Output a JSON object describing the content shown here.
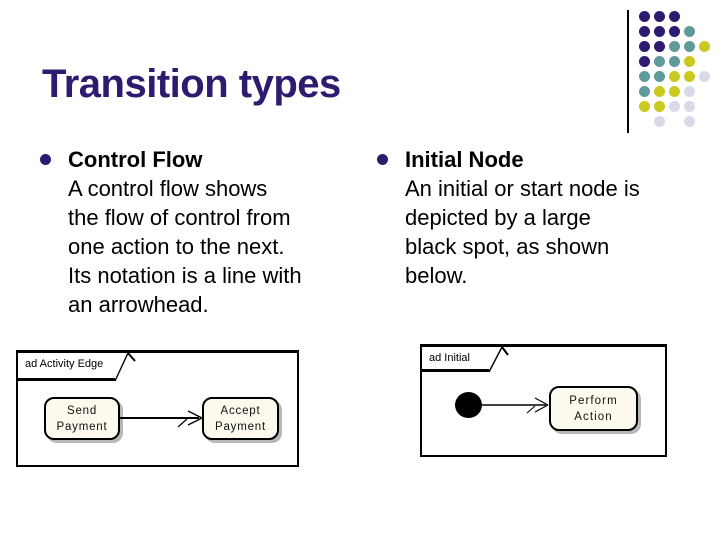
{
  "slide": {
    "title": "Transition types",
    "background_color": "#ffffff",
    "title_color": "#2e1a6e"
  },
  "bullets": [
    {
      "heading": "Control Flow",
      "lines": [
        "A control flow shows",
        "the flow of control from",
        "one action to the next.",
        "Its notation is a line with",
        "an arrowhead."
      ]
    },
    {
      "heading": "Initial Node",
      "lines": [
        "An initial or start node is",
        "depicted by a large",
        "black spot, as shown",
        "below."
      ]
    }
  ],
  "diagrams": [
    {
      "frame_label": "ad Activity Edge",
      "connector": "control-flow-arrow",
      "nodes": [
        {
          "line1": "Send",
          "line2": "Payment"
        },
        {
          "line1": "Accept",
          "line2": "Payment"
        }
      ]
    },
    {
      "frame_label": "ad Initial",
      "initial_node": "black-spot",
      "connector": "control-flow-arrow",
      "nodes": [
        {
          "line1": "Perform",
          "line2": "Action"
        }
      ]
    }
  ],
  "decor": {
    "name": "dot-grid",
    "rows": [
      "PPP..",
      "PPPT.",
      "PPTTY",
      "PTTY.",
      "TTYYL",
      "TYYL.",
      "YYLL.",
      ".L.L."
    ],
    "color_map": {
      "P": "#2e1a6e",
      "T": "#5f9a9a",
      "Y": "#c9c920",
      "L": "#d9d9ea"
    }
  },
  "colors": {
    "node_fill": "#fcfaec",
    "node_border": "#000000",
    "node_shadow": "#b8b8b8",
    "bullet": "#2e1a6e",
    "text": "#000000"
  }
}
